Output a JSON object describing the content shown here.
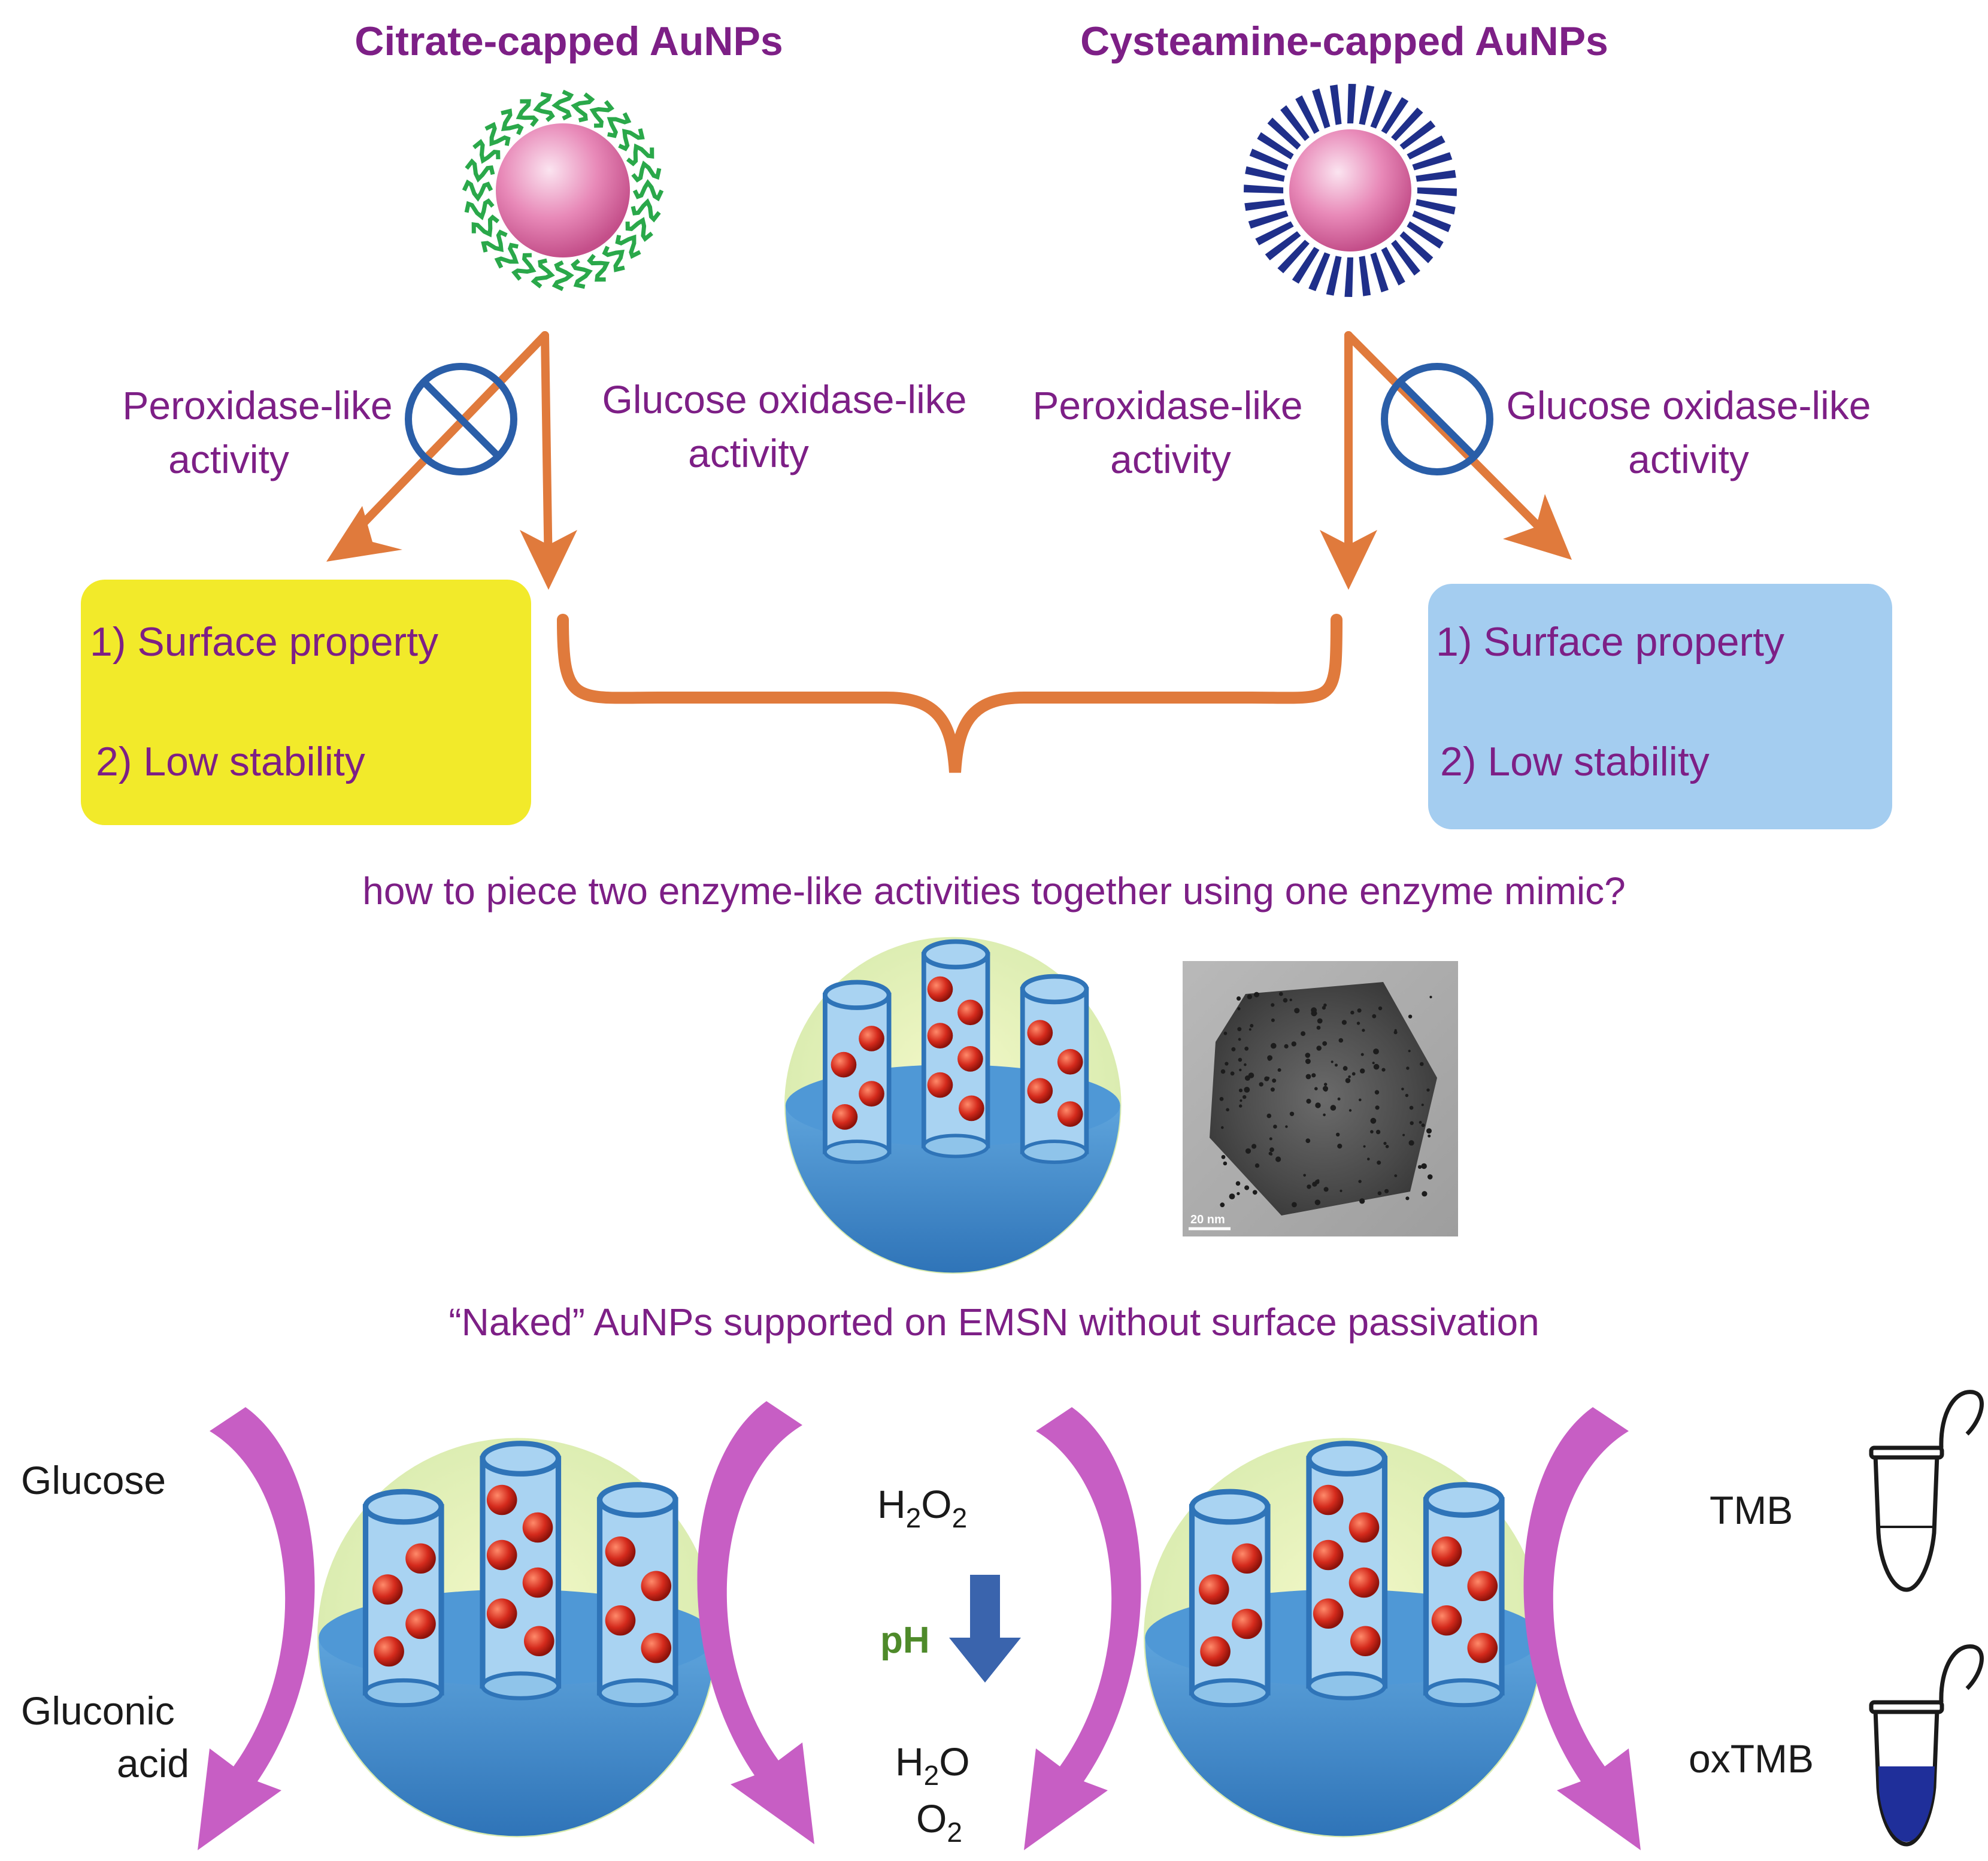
{
  "headers": {
    "citrate": "Citrate-capped AuNPs",
    "cysteamine": "Cysteamine-capped AuNPs"
  },
  "activities": {
    "left_peroxidase_line1": "Peroxidase-like",
    "left_peroxidase_line2": "activity",
    "left_glucose_line1": "Glucose oxidase-like",
    "left_glucose_line2": "activity",
    "right_peroxidase_line1": "Peroxidase-like",
    "right_peroxidase_line2": "activity",
    "right_glucose_line1": "Glucose oxidase-like",
    "right_glucose_line2": "activity"
  },
  "left_box": {
    "item1": "1) Surface property",
    "item2": "2) Low stability",
    "color": "#f2ea2a"
  },
  "right_box": {
    "item1": "1) Surface property",
    "item2": "2) Low stability",
    "color": "#a4cdf0"
  },
  "question": "how to piece two enzyme-like activities together using one enzyme mimic?",
  "tem_scale": "20 nm",
  "naked_caption": "“Naked” AuNPs supported on EMSN without surface passivation",
  "reaction": {
    "glucose": "Glucose",
    "gluconic_line1": "Gluconic",
    "gluconic_line2": "acid",
    "h2o2_H": "H",
    "h2o2_2a": "2",
    "h2o2_O": "O",
    "h2o2_2b": "2",
    "ph": "pH",
    "h2o_H": "H",
    "h2o_2": "2",
    "h2o_O": "O",
    "o2_O": "O",
    "o2_2": "2",
    "tmb": "TMB",
    "oxtmb": "oxTMB"
  },
  "colors": {
    "title_purple": "#7d1f86",
    "arrow_orange": "#e07a3c",
    "inhibit_blue": "#2a5ea8",
    "magenta_arrow": "#c75ec4",
    "sphere_blue": "#3d86c8",
    "np_red": "#d42a1c"
  },
  "icons": [
    "citrate-aunp-icon",
    "cysteamine-aunp-icon",
    "inhibition-icon",
    "emsn-particle-icon",
    "tem-image",
    "tube-icon",
    "ph-down-arrow-icon"
  ]
}
